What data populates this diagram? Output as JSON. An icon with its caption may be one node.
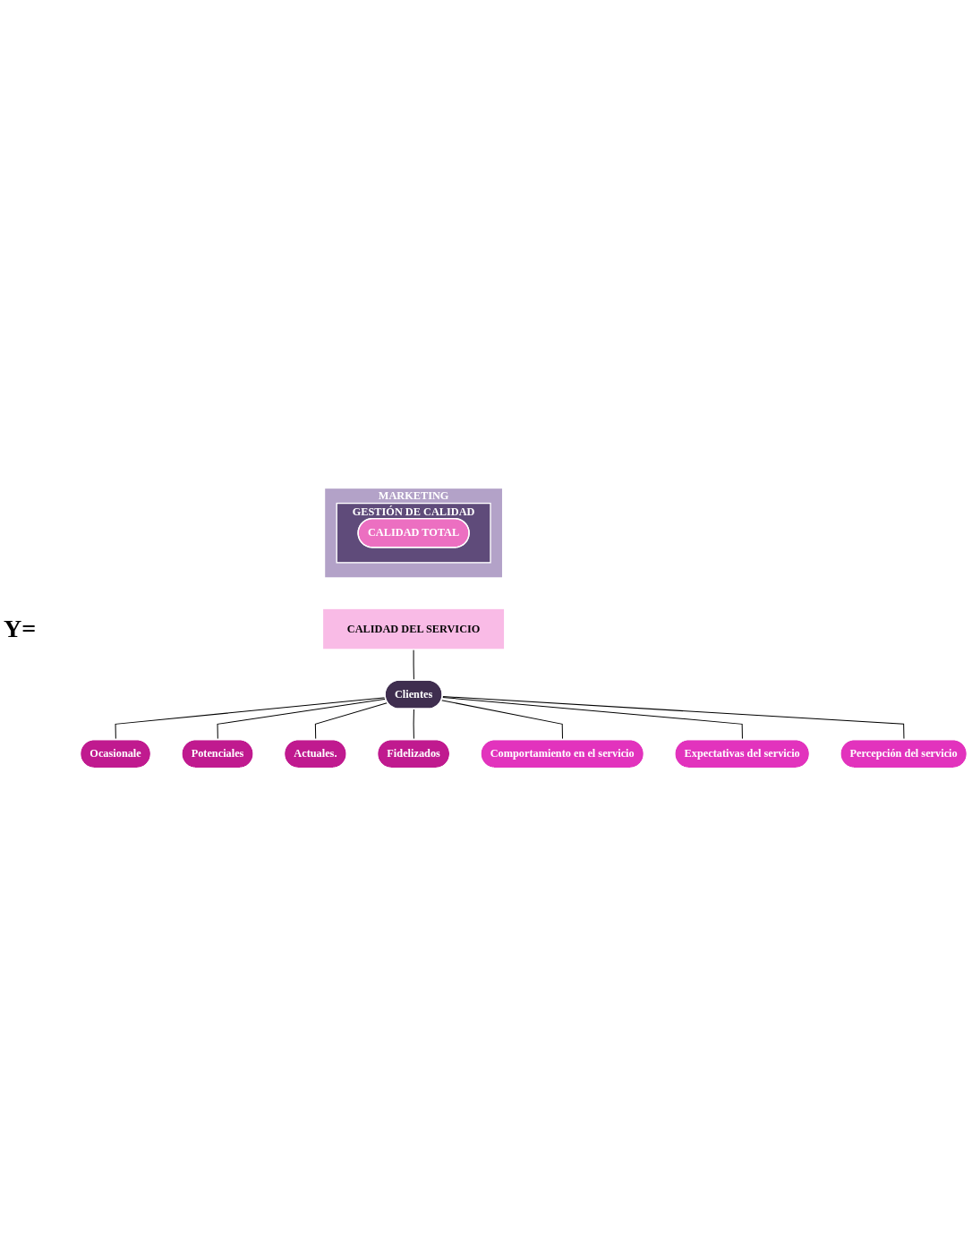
{
  "diagram": {
    "nodes": [
      {
        "text": [
          "MARKETING"
        ]
      },
      {
        "text": [
          "GESTIÓN DE CALIDAD"
        ],
        "in": 0
      },
      {
        "text": [
          "CALIDAD TOTAL"
        ],
        "in": 1
      },
      {
        "text": [
          "CALIDAD DEL SERVICIO"
        ]
      },
      {
        "text": [
          "Clientes"
        ]
      },
      {
        "text": [
          "Ocasionale"
        ]
      },
      {
        "text": [
          "Potenciales"
        ]
      },
      {
        "text": [
          "Actuales."
        ]
      },
      {
        "text": [
          "Fidelizados"
        ]
      },
      {
        "text": [
          "Comportamiento en el servicio"
        ]
      },
      {
        "text": [
          "Expectativas del servicio"
        ]
      },
      {
        "text": [
          "Percepción del servicio"
        ]
      }
    ],
    "edges": [
      {
        "from": 3,
        "to": 4,
        "arrow": "none"
      },
      {
        "from": 4,
        "to": 5,
        "arrow": "none"
      },
      {
        "from": 4,
        "to": 6,
        "arrow": "none"
      },
      {
        "from": 4,
        "to": 7,
        "arrow": "none"
      },
      {
        "from": 4,
        "to": 8,
        "arrow": "none"
      },
      {
        "from": 4,
        "to": 9,
        "arrow": "none"
      },
      {
        "from": 4,
        "to": 10,
        "arrow": "none"
      },
      {
        "from": 4,
        "to": 11,
        "arrow": "none"
      }
    ],
    "labels": [
      "Y="
    ]
  }
}
